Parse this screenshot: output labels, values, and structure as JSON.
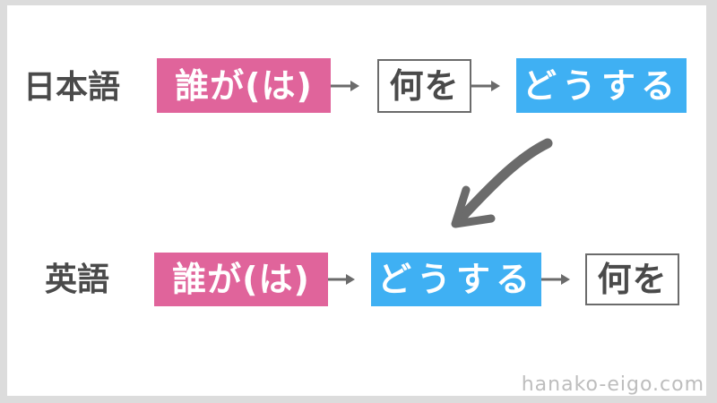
{
  "colors": {
    "subject_bg": "#e0649b",
    "verb_bg": "#3fb0f3",
    "object_border": "#6b6b6b",
    "text_dark": "#4a4a4a",
    "arrow": "#6b6b6b",
    "frame": "#dcdcdc"
  },
  "rows": {
    "japanese": {
      "label": "日本語",
      "items": [
        {
          "text": "誰が(は)",
          "type": "subject"
        },
        {
          "text": "何を",
          "type": "object"
        },
        {
          "text": "どうする",
          "type": "verb"
        }
      ]
    },
    "english": {
      "label": "英語",
      "items": [
        {
          "text": "誰が(は)",
          "type": "subject"
        },
        {
          "text": "どうする",
          "type": "verb"
        },
        {
          "text": "何を",
          "type": "object"
        }
      ]
    }
  },
  "connector_arrow_icon": "curved-arrow-down-left",
  "watermark": "hanako-eigo.com"
}
